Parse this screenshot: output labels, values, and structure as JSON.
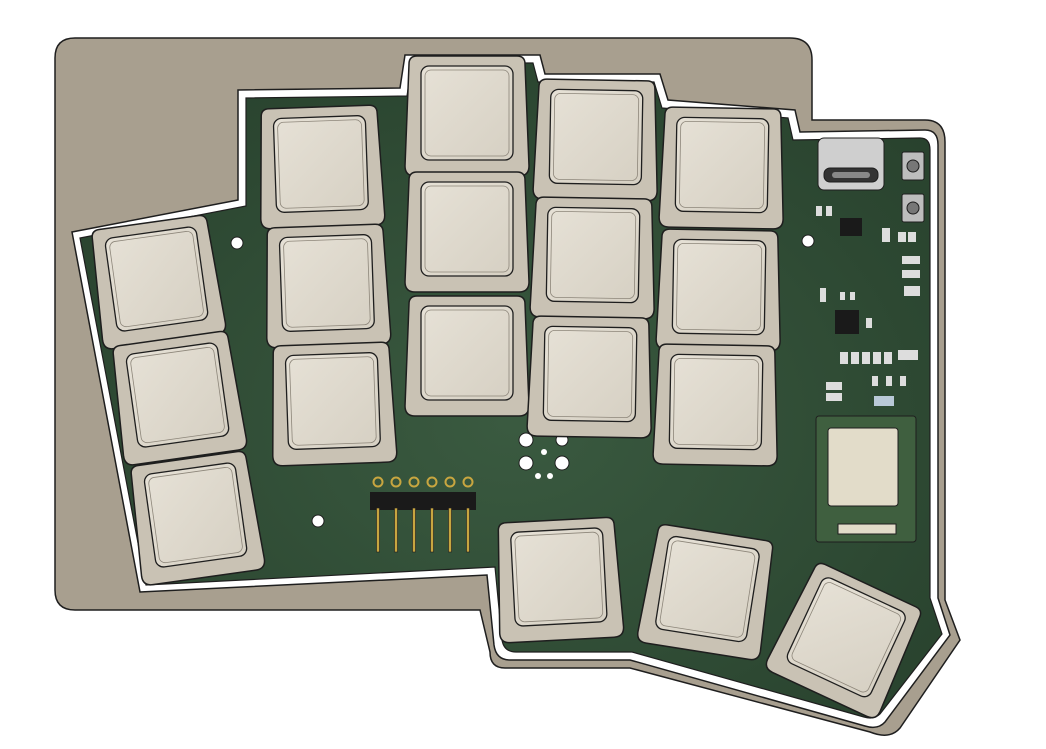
{
  "render": {
    "case_color": "#a89f8f",
    "pcb_color": "#2f4a34",
    "pcb_edge": "#ffffff",
    "keycap_color": "#ddd8cc",
    "keycap_side": "#c9c2b4",
    "outline": "#1e1e1e",
    "pin_gold": "#c8a640",
    "chip_dark": "#1a1a1a",
    "module_green": "#3f5f3f",
    "module_pad": "#e2dcc9"
  },
  "keycaps": {
    "main_grid_count": 15,
    "thumb_count": 3
  },
  "components": {
    "usb_connector": "usb-c-icon",
    "wireless_module": "chip-icon",
    "header_pins": 6
  }
}
